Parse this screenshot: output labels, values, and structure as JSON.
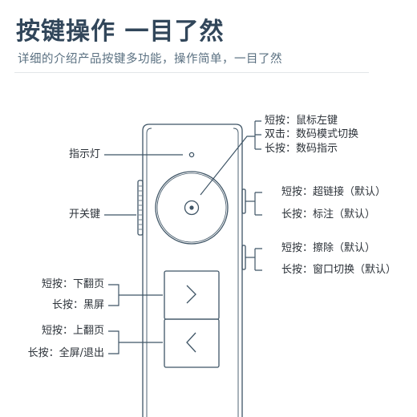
{
  "header": {
    "title": "按键操作 一目了然",
    "subtitle": "详细的介绍产品按键多功能，操作简单，一目了然"
  },
  "labels": {
    "indicator": "指示灯",
    "power_key": "开关键",
    "center_short": "短按：鼠标左键",
    "center_double": "双击：数码模式切换",
    "center_long": "长按：数码指示",
    "side_up_short": "短按：超链接（默认）",
    "side_up_long": "长按：标注（默认）",
    "side_down_short": "短按：擦除（默认）",
    "side_down_long": "长按：窗口切换（默认）",
    "next_short": "短按：下翻页",
    "next_long": "长按：黑屏",
    "prev_short": "短按：上翻页",
    "prev_long": "长按：全屏/退出"
  },
  "icons": {
    "next": "chevron-right-icon",
    "prev": "chevron-left-icon"
  },
  "colors": {
    "outline": "#3f5566",
    "title": "#31465a",
    "text": "#2b3138"
  }
}
